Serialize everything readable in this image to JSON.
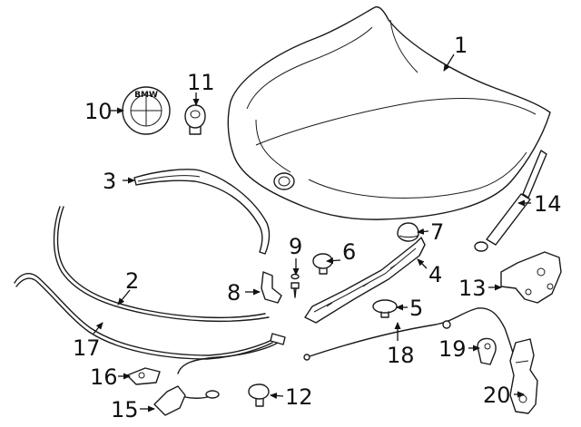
{
  "callouts": [
    {
      "id": "1",
      "label": "1"
    },
    {
      "id": "2",
      "label": "2"
    },
    {
      "id": "3",
      "label": "3"
    },
    {
      "id": "4",
      "label": "4"
    },
    {
      "id": "5",
      "label": "5"
    },
    {
      "id": "6",
      "label": "6"
    },
    {
      "id": "7",
      "label": "7"
    },
    {
      "id": "8",
      "label": "8"
    },
    {
      "id": "9",
      "label": "9"
    },
    {
      "id": "10",
      "label": "10"
    },
    {
      "id": "11",
      "label": "11"
    },
    {
      "id": "12",
      "label": "12"
    },
    {
      "id": "13",
      "label": "13"
    },
    {
      "id": "14",
      "label": "14"
    },
    {
      "id": "15",
      "label": "15"
    },
    {
      "id": "16",
      "label": "16"
    },
    {
      "id": "17",
      "label": "17"
    },
    {
      "id": "18",
      "label": "18"
    },
    {
      "id": "19",
      "label": "19"
    },
    {
      "id": "20",
      "label": "20"
    }
  ],
  "emblem_text": "BMW"
}
